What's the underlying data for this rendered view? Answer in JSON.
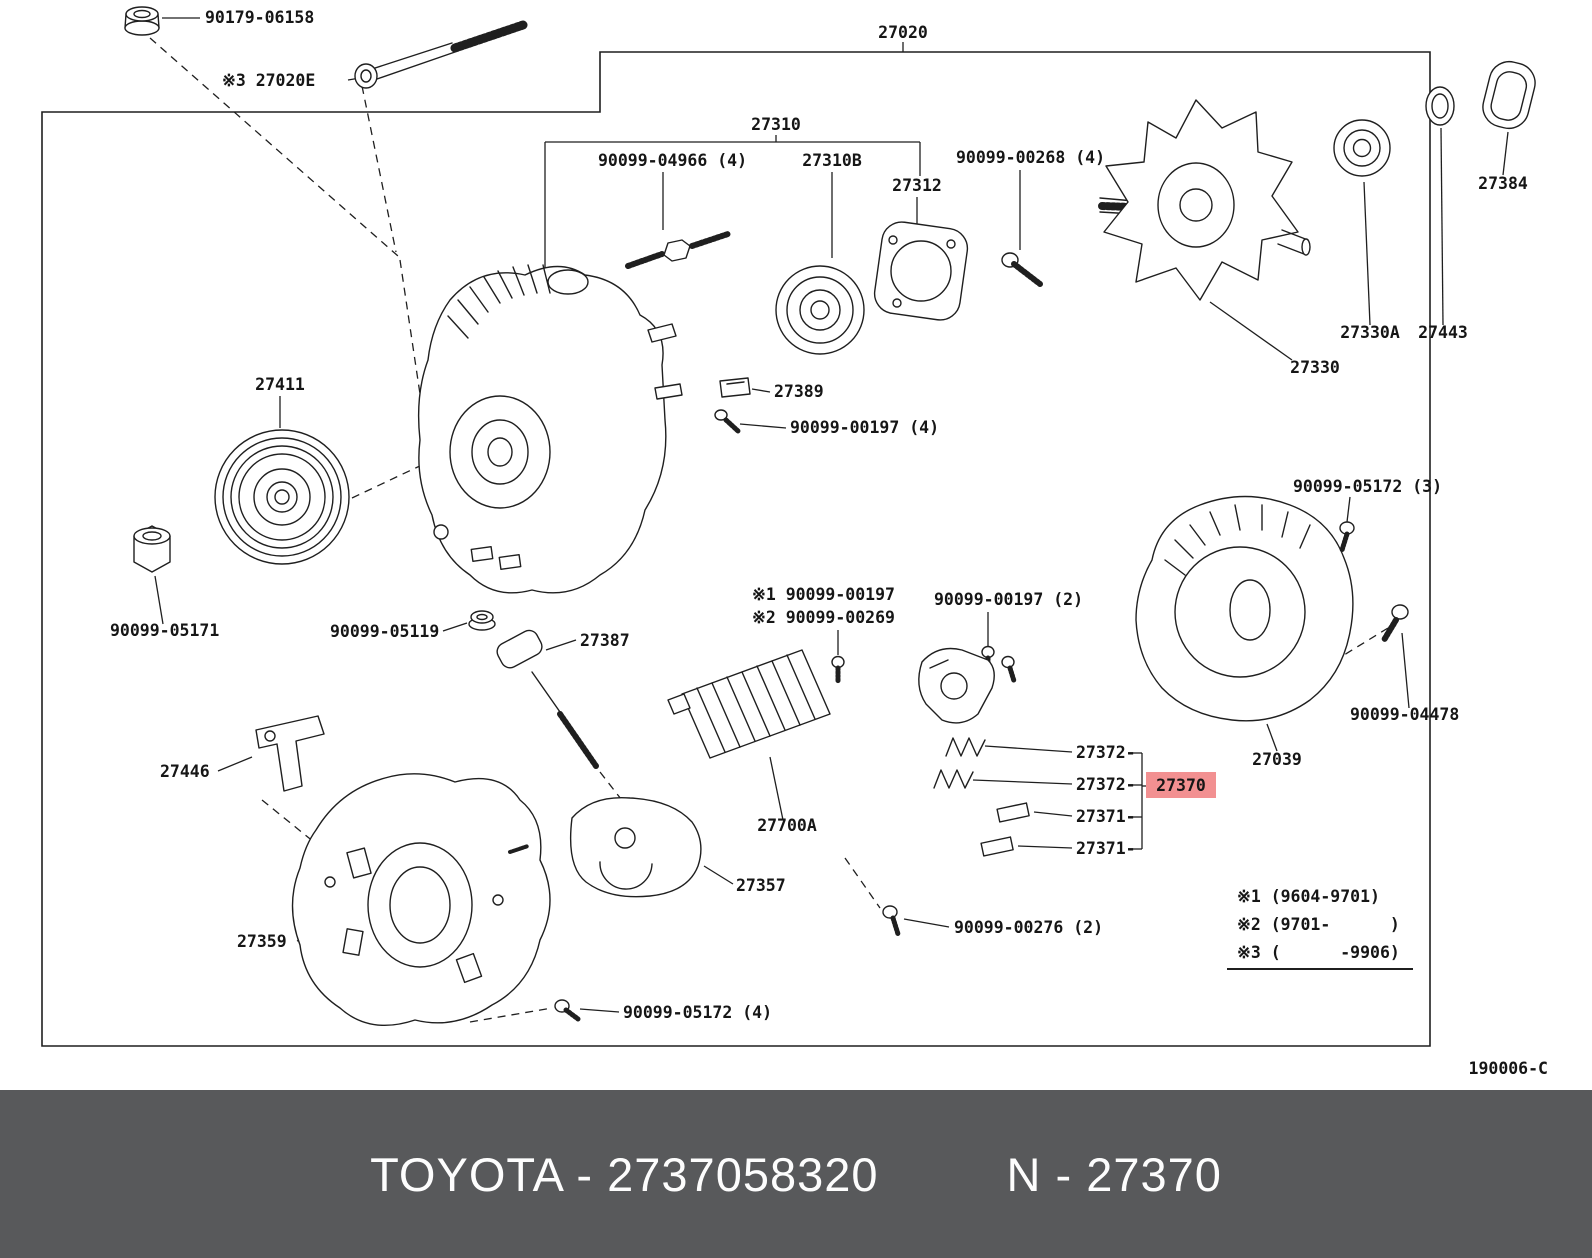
{
  "diagram": {
    "doc_code": "190006-C",
    "highlight": "27370",
    "labels": [
      "90179-06158",
      "※3 27020E",
      "27020",
      "27310",
      "90099-04966 (4)",
      "27310B",
      "27312",
      "90099-00268 (4)",
      "27384",
      "27330A",
      "27443",
      "27330",
      "27411",
      "27389",
      "90099-00197 (4)",
      "90099-05172 (3)",
      "90099-05171",
      "90099-05119",
      "27387",
      "※1 90099-00197",
      "※2 90099-00269",
      "90099-00197 (2)",
      "90099-04478",
      "27039",
      "27446",
      "27372-",
      "27372-",
      "27371-",
      "27371-",
      "27700A",
      "27357",
      "27359",
      "90099-00276 (2)",
      "90099-05172 (4)"
    ],
    "notes": [
      "※1 (9604-9701)",
      "※2 (9701-      )",
      "※3 (      -9906)"
    ]
  },
  "colors": {
    "highlight_bg": "#f29091",
    "highlight_fg": "#8f1d1d",
    "footer_bg": "#58595b",
    "line": "#1f1f1f"
  },
  "footer": {
    "left": "TOYOTA - 2737058320",
    "right": "N - 27370"
  }
}
